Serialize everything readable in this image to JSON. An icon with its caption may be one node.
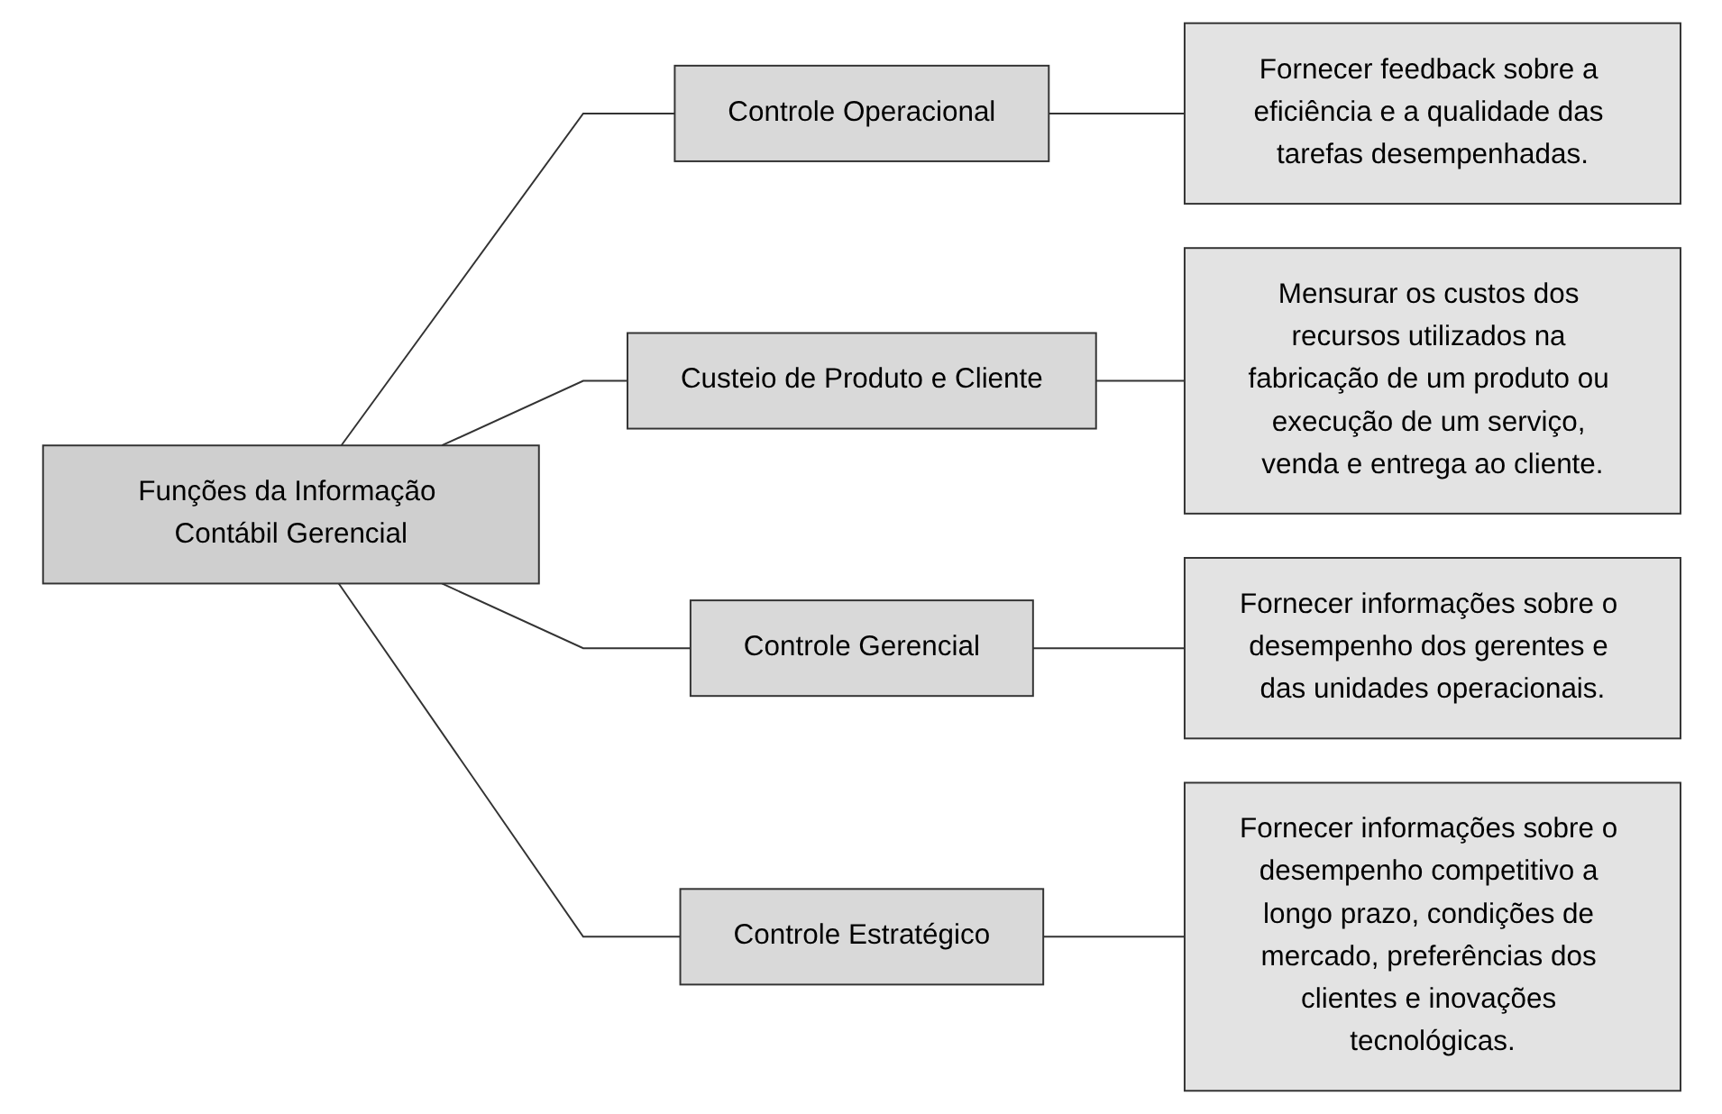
{
  "diagram": {
    "nodes": [
      {
        "text": [
          "Funções da Informação Contábil Gerencial"
        ]
      },
      {
        "text": [
          "Controle Operacional"
        ]
      },
      {
        "text": [
          "Fornecer feedback sobre a eficiência e a qualidade das tarefas desempenhadas."
        ]
      },
      {
        "text": [
          "Custeio de Produto e Cliente"
        ]
      },
      {
        "text": [
          "Mensurar os custos dos recursos utilizados na fabricação de um produto ou execução de um serviço, venda e entrega ao cliente."
        ]
      },
      {
        "text": [
          "Controle Gerencial"
        ]
      },
      {
        "text": [
          "Fornecer informações sobre o desempenho dos gerentes e das unidades operacionais."
        ]
      },
      {
        "text": [
          "Controle Estratégico"
        ]
      },
      {
        "text": [
          "Fornecer informações sobre o desempenho competitivo a longo prazo, condições de mercado, preferências dos clientes e inovações tecnológicas."
        ]
      }
    ],
    "edges": [
      {
        "from": 0,
        "to": 1,
        "arrow": "none"
      },
      {
        "from": 0,
        "to": 3,
        "arrow": "none"
      },
      {
        "from": 0,
        "to": 5,
        "arrow": "none"
      },
      {
        "from": 0,
        "to": 7,
        "arrow": "none"
      },
      {
        "from": 1,
        "to": 2,
        "arrow": "none"
      },
      {
        "from": 3,
        "to": 4,
        "arrow": "none"
      },
      {
        "from": 5,
        "to": 6,
        "arrow": "none"
      },
      {
        "from": 7,
        "to": 8,
        "arrow": "none"
      }
    ]
  }
}
